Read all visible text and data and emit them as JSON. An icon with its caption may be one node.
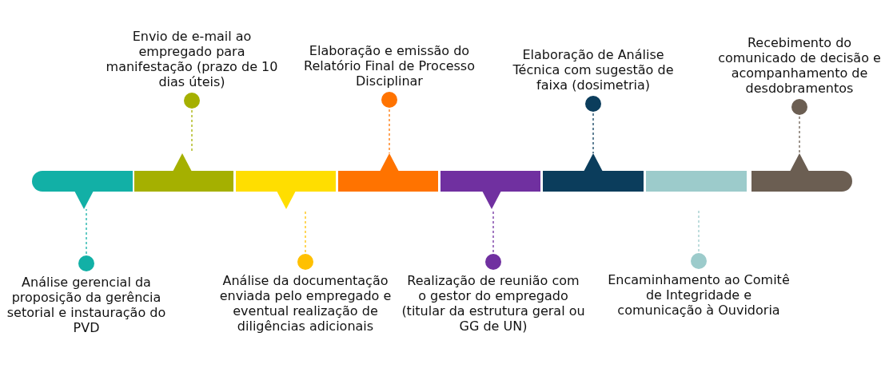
{
  "diagram": {
    "nodes": [
      {
        "text": [
          "Análise gerencial da proposição da gerência setorial e instauração do PVD"
        ]
      },
      {
        "text": [
          "Envio de e-mail ao empregado para manifestação (prazo de 10 dias úteis)"
        ]
      },
      {
        "text": [
          "Análise da documentação enviada pelo empregado e eventual realização de diligências adicionais"
        ]
      },
      {
        "text": [
          "Elaboração e emissão do Relatório Final de Processo Disciplinar"
        ]
      },
      {
        "text": [
          "Realização de reunião com o gestor do empregado (titular da estrutura geral ou GG de UN)"
        ]
      },
      {
        "text": [
          "Elaboração de Análise Técnica com sugestão de faixa (dosimetria)"
        ]
      },
      {
        "text": [
          "Encaminhamento ao Comitê de Integridade e comunicação à Ouvidoria"
        ]
      },
      {
        "text": [
          "Recebimento do comunicado de decisão e acompanhamento de desdobramentos"
        ]
      },
      {
        "text": [],
        "shape": "bar"
      },
      {
        "text": [],
        "shape": "bar"
      },
      {
        "text": [],
        "shape": "bar"
      },
      {
        "text": [],
        "shape": "bar"
      },
      {
        "text": [],
        "shape": "bar"
      },
      {
        "text": [],
        "shape": "bar"
      },
      {
        "text": [],
        "shape": "bar"
      },
      {
        "text": [],
        "shape": "bar"
      }
    ],
    "edges": [
      {
        "from": 0,
        "to": 8,
        "arrow": "other",
        "style": "dashed",
        "color": "#12b0a6"
      },
      {
        "from": 1,
        "to": 9,
        "arrow": "other",
        "style": "dashed",
        "color": "#a5b000"
      },
      {
        "from": 2,
        "to": 10,
        "arrow": "other",
        "style": "dashed",
        "color": "#ffc000"
      },
      {
        "from": 3,
        "to": 11,
        "arrow": "other",
        "style": "dashed",
        "color": "#ff7300"
      },
      {
        "from": 4,
        "to": 12,
        "arrow": "other",
        "style": "dashed",
        "color": "#7030a0"
      },
      {
        "from": 5,
        "to": 13,
        "arrow": "other",
        "style": "dashed",
        "color": "#0b3d5c"
      },
      {
        "from": 6,
        "to": 14,
        "arrow": "other",
        "style": "dashed",
        "color": "#9ccbcb"
      },
      {
        "from": 7,
        "to": 15,
        "arrow": "other",
        "style": "dashed",
        "color": "#6b5e52"
      }
    ]
  }
}
